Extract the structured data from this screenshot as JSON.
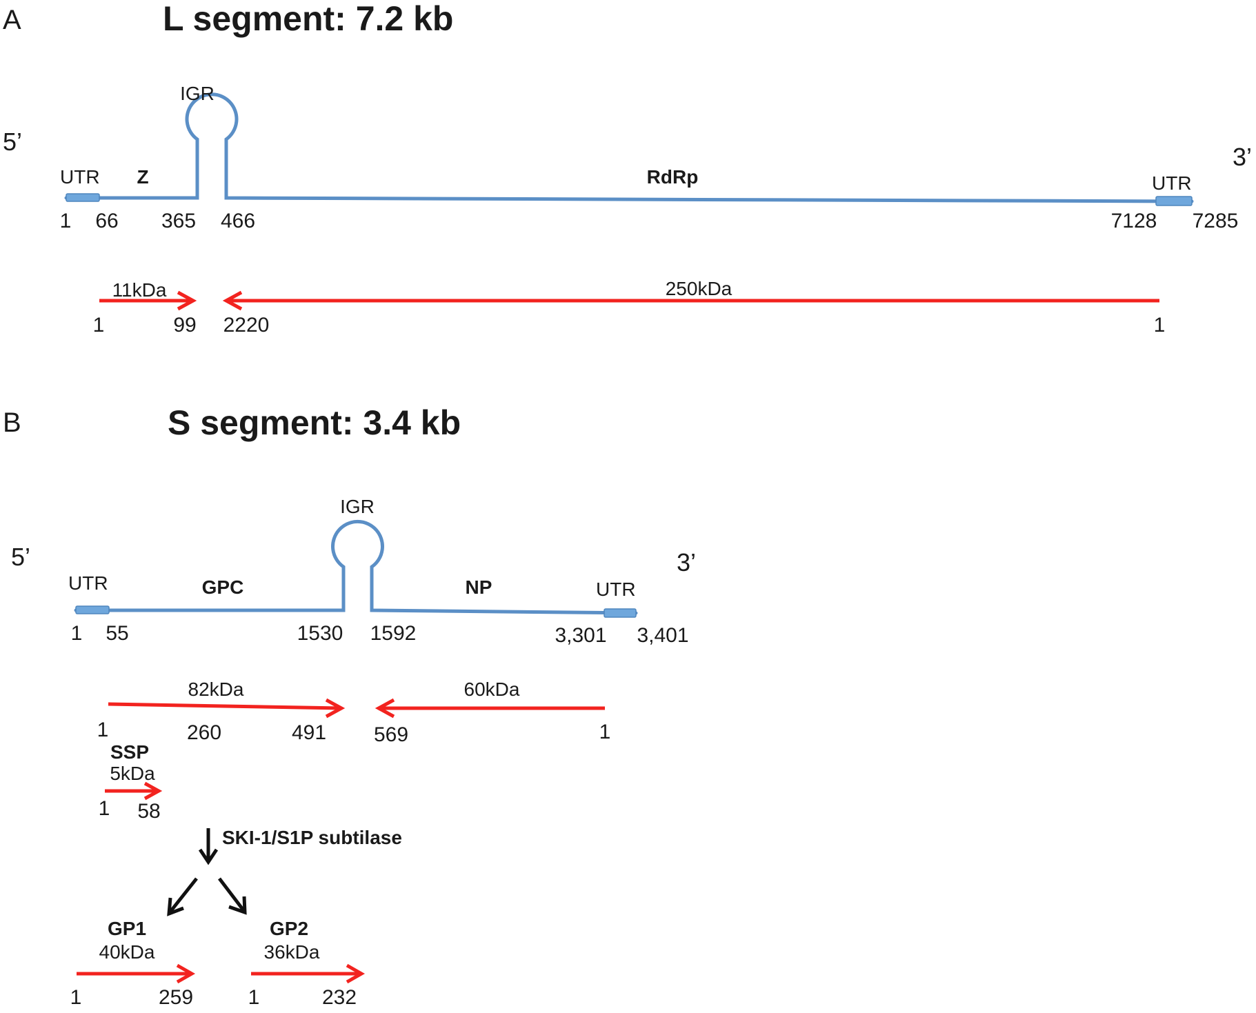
{
  "panelA": {
    "letter": "A",
    "title": "L segment: 7.2 kb",
    "five_prime": "5’",
    "three_prime": "3’",
    "igr": "IGR",
    "utr_left": "UTR",
    "utr_right": "UTR",
    "gene_z": "Z",
    "gene_rdrp": "RdRp",
    "positions": [
      "1",
      "66",
      "365",
      "466",
      "7128",
      "7285"
    ],
    "orf_z": {
      "size": "11kDa",
      "start": "1",
      "end": "99"
    },
    "orf_l": {
      "size": "250kDa",
      "start": "2220",
      "end": "1"
    }
  },
  "panelB": {
    "letter": "B",
    "title": "S segment: 3.4 kb",
    "five_prime": "5’",
    "three_prime": "3’",
    "igr": "IGR",
    "utr_left": "UTR",
    "utr_right": "UTR",
    "gene_gpc": "GPC",
    "gene_np": "NP",
    "positions": [
      "1",
      "55",
      "1530",
      "1592",
      "3,301",
      "3,401"
    ],
    "orf_gpc": {
      "size": "82kDa",
      "start": "1",
      "mid": "260",
      "end": "491"
    },
    "orf_np": {
      "size": "60kDa",
      "start": "569",
      "end": "1"
    },
    "ssp": {
      "name": "SSP",
      "size": "5kDa",
      "start": "1",
      "end": "58"
    },
    "protease": "SKI-1/S1P subtilase",
    "gp1": {
      "name": "GP1",
      "size": "40kDa",
      "start": "1",
      "end": "259"
    },
    "gp2": {
      "name": "GP2",
      "size": "36kDa",
      "start": "1",
      "end": "232"
    }
  }
}
